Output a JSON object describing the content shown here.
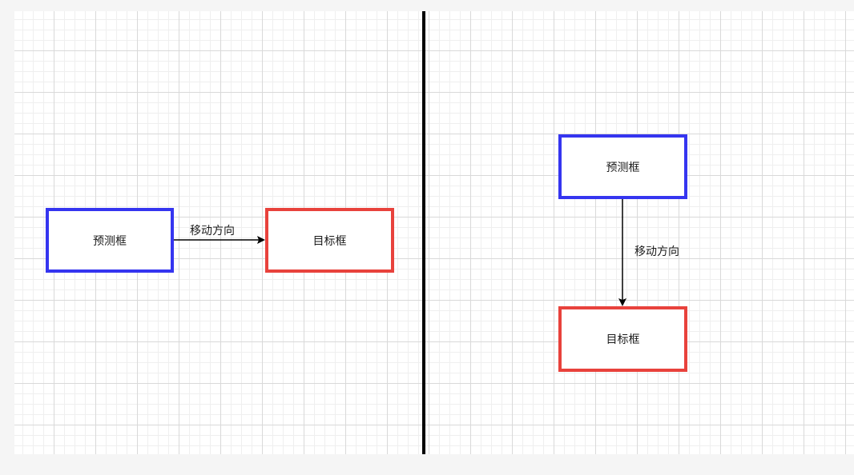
{
  "colors": {
    "predicted_box_border": "#3535f0",
    "target_box_border": "#e8423c",
    "arrow": "#000000",
    "divider": "#000000"
  },
  "left_panel": {
    "predicted_box_label": "预测框",
    "target_box_label": "目标框",
    "arrow_label": "移动方向"
  },
  "right_panel": {
    "predicted_box_label": "预测框",
    "target_box_label": "目标框",
    "arrow_label": "移动方向"
  }
}
